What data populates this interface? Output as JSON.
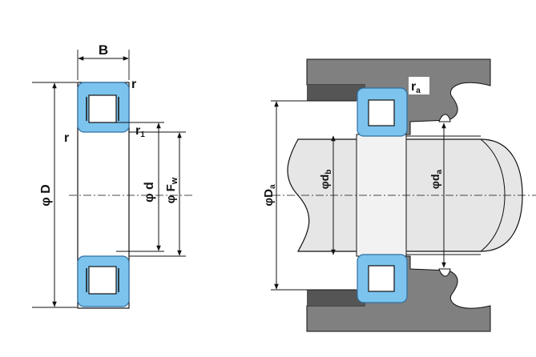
{
  "colors": {
    "ring": "#7cc4ee",
    "ring_edge": "#2f6fa0",
    "roller": "#ffffff",
    "housing": "#808080",
    "housing_dark": "#505050",
    "shaft": "#e6e6e6",
    "line": "#111111"
  },
  "left": {
    "width": "B",
    "corner_r": "r",
    "corner_r_side": "r",
    "corner_r1": "r",
    "corner_r1_sub": "1",
    "outer_dia": "φ D",
    "bore_dia": "φ d",
    "fw_dia_main": "φ F",
    "fw_dia_sub": "w"
  },
  "right": {
    "fillet": "r",
    "fillet_sub": "a",
    "housing_dia": "φD",
    "housing_dia_sub": "a",
    "shoulder_db": "φd",
    "shoulder_db_sub": "b",
    "shoulder_da": "φd",
    "shoulder_da_sub": "a"
  }
}
